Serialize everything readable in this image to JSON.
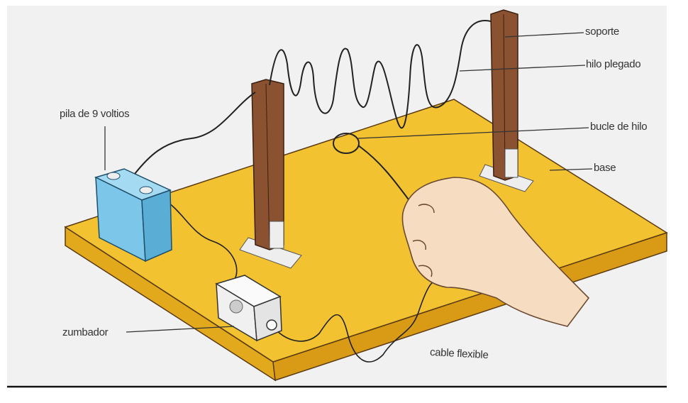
{
  "diagram": {
    "labels": {
      "soporte": "soporte",
      "hilo_plegado": "hilo plegado",
      "bucle_de_hilo": "bucle de hilo",
      "base": "base",
      "pila": "pila de 9 voltios",
      "zumbador": "zumbador",
      "cable_flexible": "cable flexible"
    },
    "colors": {
      "background": "#f1f1f1",
      "board_top": "#f2c230",
      "board_side": "#e0a81c",
      "post": "#8a5230",
      "battery": "#7cc6ea",
      "buzzer": "#f4f4f4",
      "skin": "#f6dcc0"
    }
  }
}
